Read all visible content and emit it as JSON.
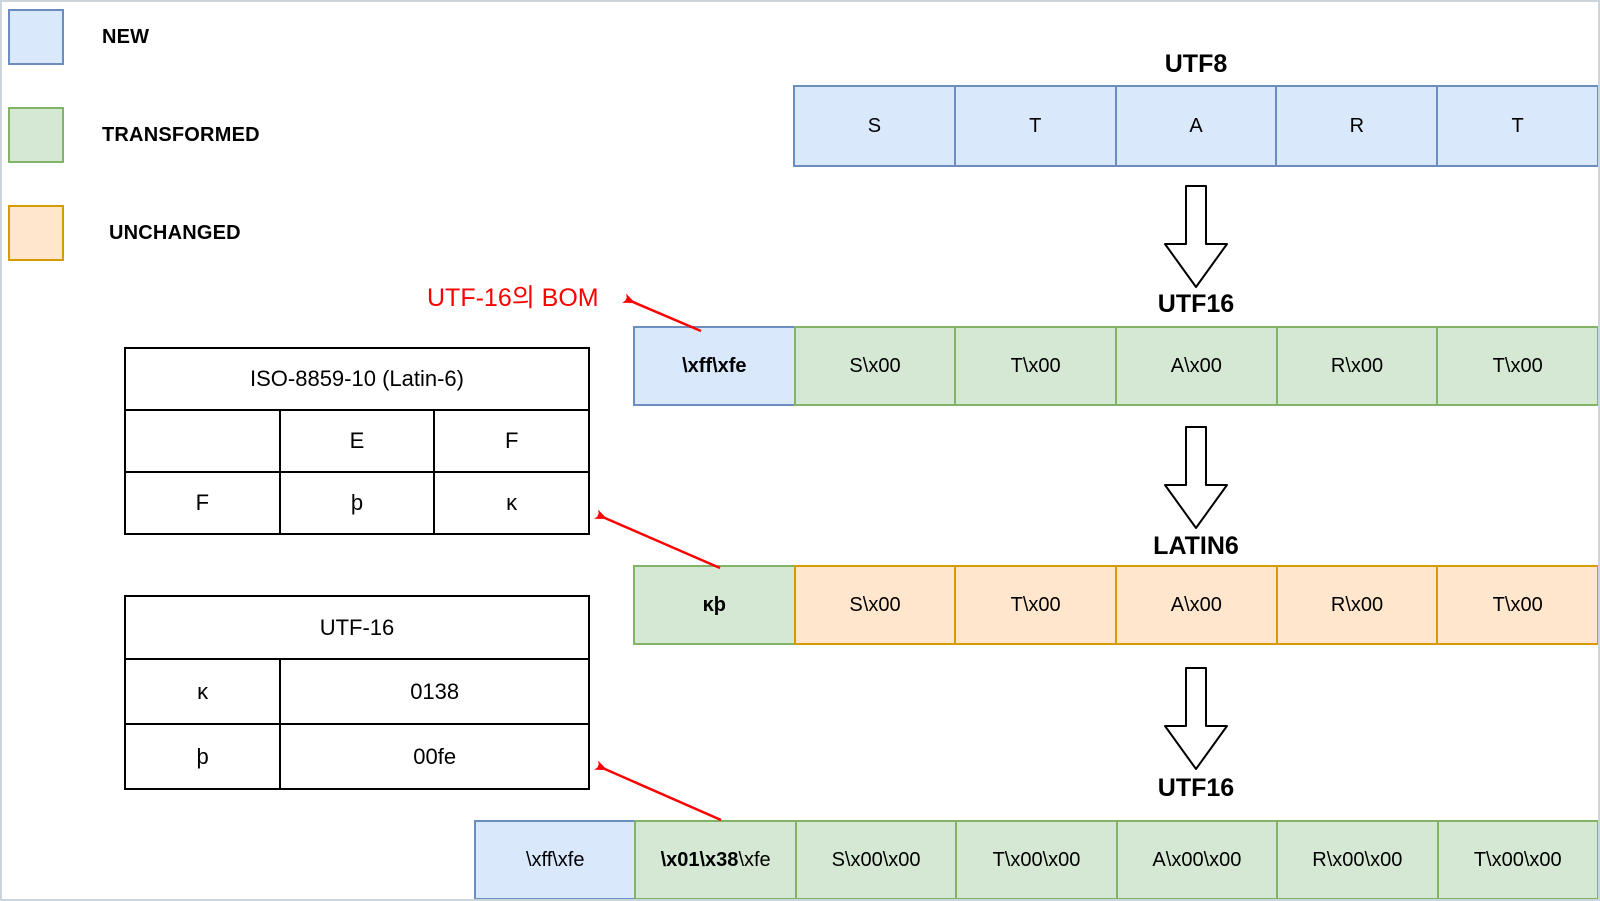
{
  "colors": {
    "new_fill": "#dae8fc",
    "new_stroke": "#6c8ebf",
    "transformed_fill": "#d5e8d4",
    "transformed_stroke": "#82b366",
    "unchanged_fill": "#ffe6cc",
    "unchanged_stroke": "#d79b00",
    "red": "#ff0000",
    "table_border": "#000000"
  },
  "legend": {
    "items": [
      {
        "label": "NEW",
        "type": "new"
      },
      {
        "label": "TRANSFORMED",
        "type": "transformed"
      },
      {
        "label": "UNCHANGED",
        "type": "unchanged"
      }
    ]
  },
  "annotation": {
    "text": "UTF-16의 BOM"
  },
  "stages": [
    {
      "title": "UTF8",
      "cells": [
        {
          "text": "S",
          "type": "new"
        },
        {
          "text": "T",
          "type": "new"
        },
        {
          "text": "A",
          "type": "new"
        },
        {
          "text": "R",
          "type": "new"
        },
        {
          "text": "T",
          "type": "new"
        }
      ]
    },
    {
      "title": "UTF16",
      "cells": [
        {
          "text": "\\xff\\xfe",
          "type": "new",
          "bold": true
        },
        {
          "text": "S\\x00",
          "type": "transformed"
        },
        {
          "text": "T\\x00",
          "type": "transformed"
        },
        {
          "text": "A\\x00",
          "type": "transformed"
        },
        {
          "text": "R\\x00",
          "type": "transformed"
        },
        {
          "text": "T\\x00",
          "type": "transformed"
        }
      ]
    },
    {
      "title": "LATIN6",
      "cells": [
        {
          "text": "ĸþ",
          "type": "transformed",
          "bold": true
        },
        {
          "text": "S\\x00",
          "type": "unchanged"
        },
        {
          "text": "T\\x00",
          "type": "unchanged"
        },
        {
          "text": "A\\x00",
          "type": "unchanged"
        },
        {
          "text": "R\\x00",
          "type": "unchanged"
        },
        {
          "text": "T\\x00",
          "type": "unchanged"
        }
      ]
    },
    {
      "title": "UTF16",
      "cells": [
        {
          "text": "\\xff\\xfe",
          "type": "new"
        },
        {
          "bold_text": "\\x01\\x38",
          "text": "\\xfe",
          "type": "transformed"
        },
        {
          "text": "S\\x00\\x00",
          "type": "transformed"
        },
        {
          "text": "T\\x00\\x00",
          "type": "transformed"
        },
        {
          "text": "A\\x00\\x00",
          "type": "transformed"
        },
        {
          "text": "R\\x00\\x00",
          "type": "transformed"
        },
        {
          "text": "T\\x00\\x00",
          "type": "transformed"
        }
      ]
    }
  ],
  "tables": [
    {
      "title": "ISO-8859-10 (Latin-6)",
      "col_flex": [
        1,
        1,
        1
      ],
      "rows": [
        [
          "",
          "E",
          "F"
        ],
        [
          "F",
          "þ",
          "ĸ"
        ]
      ]
    },
    {
      "title": "UTF-16",
      "col_flex": [
        1,
        2
      ],
      "rows": [
        [
          "ĸ",
          "0138"
        ],
        [
          "þ",
          "00fe"
        ]
      ]
    }
  ]
}
